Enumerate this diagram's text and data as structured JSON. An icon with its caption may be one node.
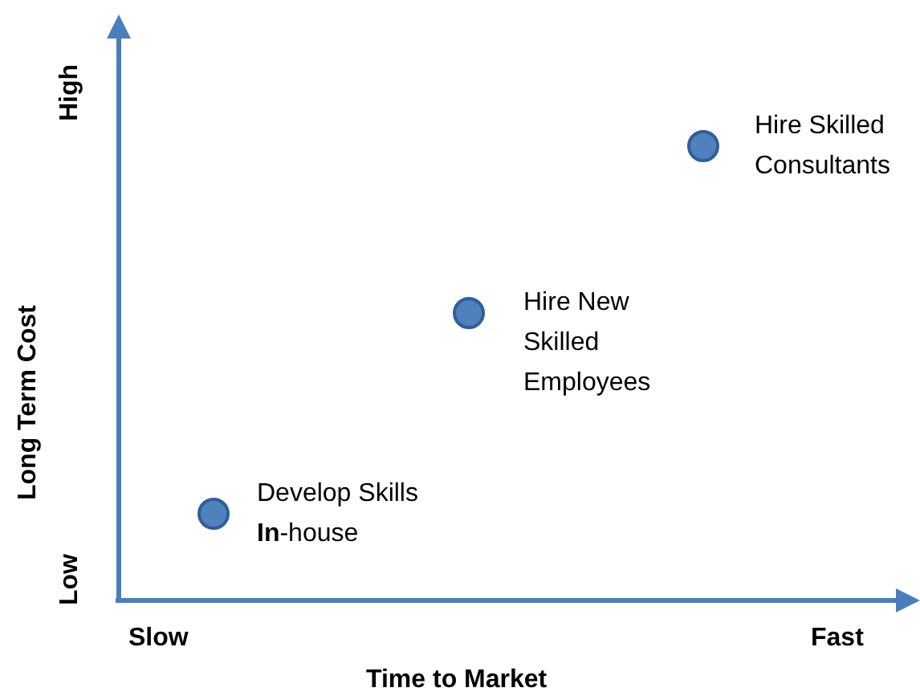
{
  "diagram": {
    "nodes": [
      {
        "text": [],
        "shape": "circle",
        "beside": [
          "Develop Skills **In**-house"
        ]
      },
      {
        "text": [],
        "shape": "circle",
        "beside": [
          "Hire New Skilled Employees"
        ]
      },
      {
        "text": [],
        "shape": "circle",
        "beside": [
          "Hire Skilled Consultants"
        ]
      }
    ],
    "edges": [],
    "labels": [
      "High",
      "Long Term Cost",
      "Low",
      "Slow",
      "Fast",
      "Time to Market"
    ]
  }
}
